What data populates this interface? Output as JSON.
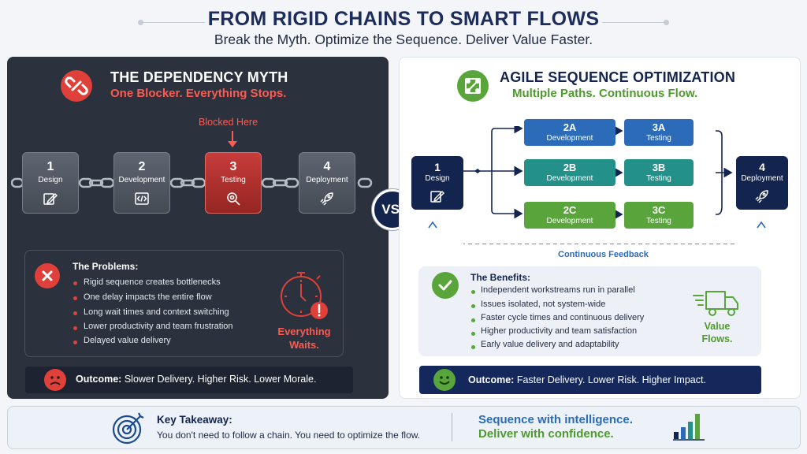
{
  "header": {
    "title": "FROM RIGID CHAINS TO SMART FLOWS",
    "subtitle": "Break the Myth. Optimize the Sequence. Deliver Value Faster."
  },
  "left": {
    "title": "THE DEPENDENCY MYTH",
    "subtitle": "One Blocker. Everything Stops.",
    "blocked_label": "Blocked Here",
    "steps": [
      {
        "num": "1",
        "label": "Design"
      },
      {
        "num": "2",
        "label": "Development"
      },
      {
        "num": "3",
        "label": "Testing"
      },
      {
        "num": "4",
        "label": "Deployment"
      }
    ],
    "problems_title": "The Problems:",
    "problems": [
      "Rigid sequence creates bottlenecks",
      "One delay impacts the entire flow",
      "Long wait times and context switching",
      "Lower productivity and team frustration",
      "Delayed value delivery"
    ],
    "waits_line1": "Everything",
    "waits_line2": "Waits.",
    "outcome_label": "Outcome:",
    "outcome_text": "Slower Delivery. Higher Risk. Lower Morale."
  },
  "vs": "VS.",
  "right": {
    "title": "AGILE SEQUENCE OPTIMIZATION",
    "subtitle": "Multiple Paths. Continuous Flow.",
    "start": {
      "num": "1",
      "label": "Design"
    },
    "end": {
      "num": "4",
      "label": "Deployment"
    },
    "dev": [
      {
        "num": "2A",
        "label": "Development"
      },
      {
        "num": "2B",
        "label": "Development"
      },
      {
        "num": "2C",
        "label": "Development"
      }
    ],
    "test": [
      {
        "num": "3A",
        "label": "Testing"
      },
      {
        "num": "3B",
        "label": "Testing"
      },
      {
        "num": "3C",
        "label": "Testing"
      }
    ],
    "feedback": "Continuous Feedback",
    "benefits_title": "The Benefits:",
    "benefits": [
      "Independent workstreams run in parallel",
      "Issues isolated, not system-wide",
      "Faster cycle times and continuous delivery",
      "Higher productivity and team satisfaction",
      "Early value delivery and adaptability"
    ],
    "value_line1": "Value",
    "value_line2": "Flows.",
    "outcome_label": "Outcome:",
    "outcome_text": "Faster Delivery. Lower Risk. Higher Impact."
  },
  "bottom": {
    "title": "Key Takeaway:",
    "text": "You don't need to follow a chain. You need to optimize the flow.",
    "tagline1": "Sequence with intelligence.",
    "tagline2": "Deliver with confidence."
  },
  "colors": {
    "navy": "#13254f",
    "red": "#e0403a",
    "green": "#5aa53b",
    "blue": "#2c6bb8",
    "teal": "#23918a"
  }
}
